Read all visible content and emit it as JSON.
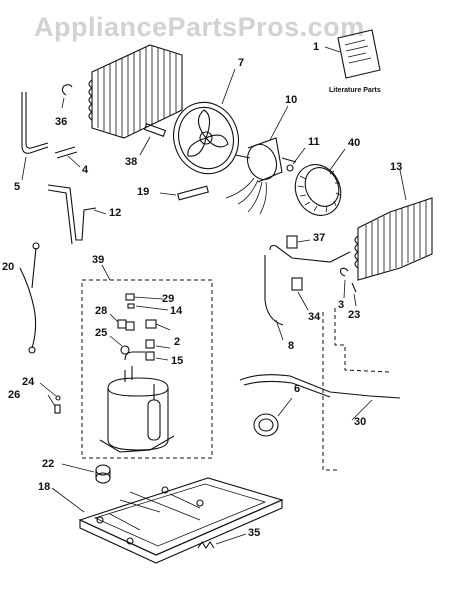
{
  "watermark": "AppliancePartsPros.com",
  "literature_caption": "Literature Parts",
  "part_labels": {
    "p1": "1",
    "p2": "2",
    "p3": "3",
    "p4": "4",
    "p5": "5",
    "p6": "6",
    "p7": "7",
    "p8": "8",
    "p10": "10",
    "p11": "11",
    "p12": "12",
    "p13": "13",
    "p14": "14",
    "p15": "15",
    "p18": "18",
    "p19": "19",
    "p20": "20",
    "p22": "22",
    "p23": "23",
    "p24": "24",
    "p25": "25",
    "p26": "26",
    "p28": "28",
    "p29": "29",
    "p30": "30",
    "p34": "34",
    "p35": "35",
    "p36": "36",
    "p37": "37",
    "p38": "38",
    "p39": "39",
    "p40": "40"
  }
}
